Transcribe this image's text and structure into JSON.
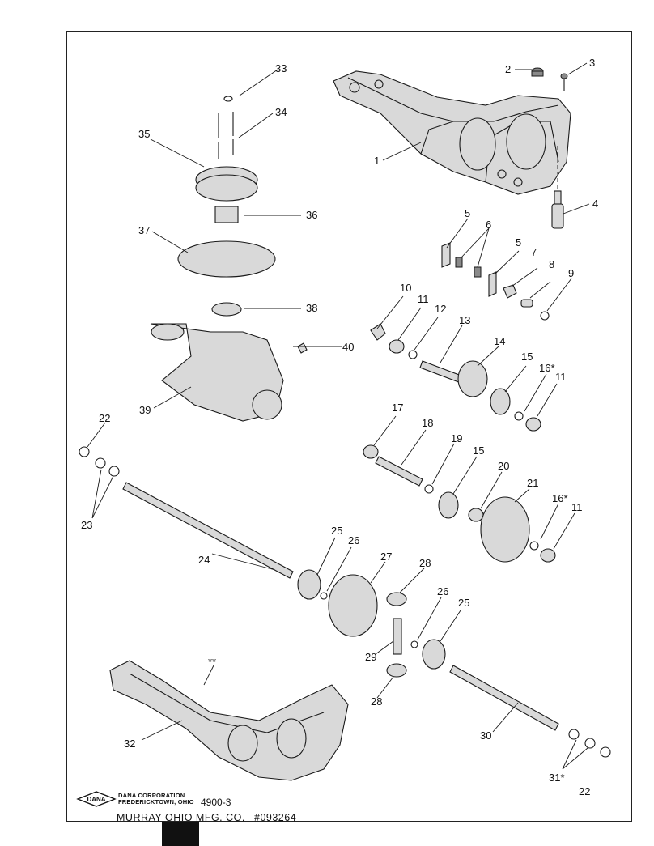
{
  "part_labels": [
    "1",
    "2",
    "3",
    "4",
    "5",
    "6",
    "5",
    "7",
    "8",
    "9",
    "10",
    "11",
    "12",
    "13",
    "14",
    "15",
    "16*",
    "11",
    "17",
    "18",
    "19",
    "15",
    "20",
    "21",
    "16*",
    "11",
    "22",
    "23",
    "24",
    "25",
    "26",
    "27",
    "28",
    "26",
    "25",
    "29",
    "28",
    "30",
    "31*",
    "22",
    "32",
    "33",
    "34",
    "35",
    "36",
    "37",
    "38",
    "39",
    "40",
    "**"
  ],
  "footer": {
    "logo_text": "DANA",
    "corporation": "DANA CORPORATION",
    "location": "FREDERICKTOWN, OHIO",
    "doc_number": "4900-3",
    "manufacturer": "MURRAY OHIO MFG. CO.",
    "part_number": "#093264"
  }
}
